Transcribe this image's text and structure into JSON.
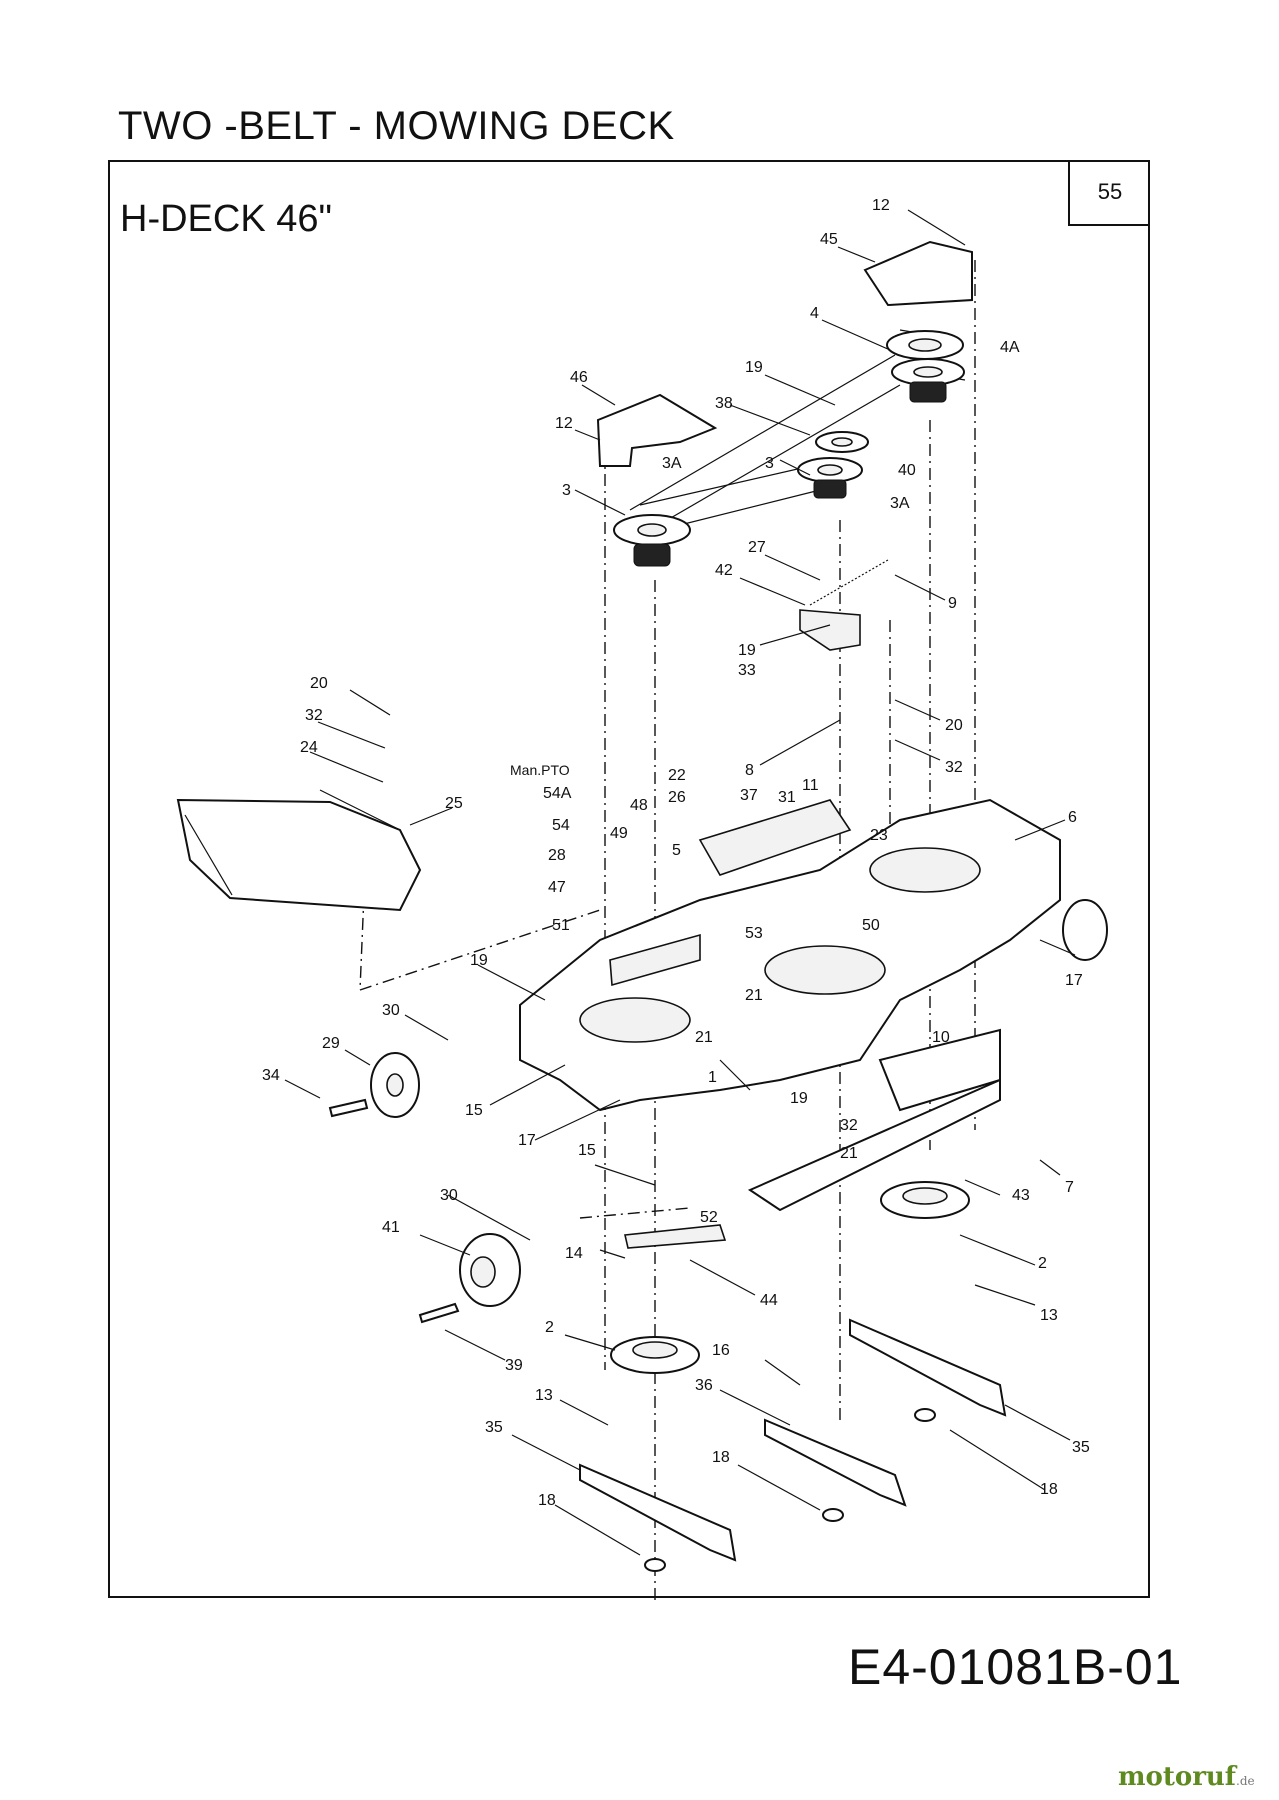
{
  "header": {
    "title": "TWO -BELT - MOWING DECK",
    "deck": "H-DECK  46\"",
    "page_number": "55"
  },
  "footer": {
    "code": "E4-01081B-01",
    "watermark": "motoruf",
    "watermark_tld": ".de"
  },
  "callouts": {
    "c12a": "12",
    "c45": "45",
    "c4": "4",
    "c4A": "4A",
    "c46": "46",
    "c19a": "19",
    "c38": "38",
    "c12b": "12",
    "c3Aa": "3A",
    "c3a": "3",
    "c3b": "3",
    "c40": "40",
    "c3Ab": "3A",
    "c27": "27",
    "c42": "42",
    "c9": "9",
    "c19b": "19",
    "c33": "33",
    "c20a": "20",
    "c32a": "32",
    "c24": "24",
    "c25": "25",
    "c20b": "20",
    "c32b": "32",
    "cManPTO": "Man.PTO",
    "c54A": "54A",
    "c8": "8",
    "c22": "22",
    "c26": "26",
    "c37": "37",
    "c31": "31",
    "c11": "11",
    "c48": "48",
    "c49": "49",
    "c5": "5",
    "c54": "54",
    "c23": "23",
    "c6": "6",
    "c28": "28",
    "c47": "47",
    "c53": "53",
    "c50": "50",
    "c51": "51",
    "c21a": "21",
    "c19c": "19",
    "c30a": "30",
    "c29": "29",
    "c34": "34",
    "c15a": "15",
    "c21b": "21",
    "c1": "1",
    "c10": "10",
    "c17a": "17",
    "c17b": "17",
    "c19d": "19",
    "c32c": "32",
    "c21c": "21",
    "c15b": "15",
    "c52": "52",
    "c43": "43",
    "c7": "7",
    "c30b": "30",
    "c41": "41",
    "c14": "14",
    "c44": "44",
    "c2a": "2",
    "c13a": "13",
    "c2b": "2",
    "c39": "39",
    "c16": "16",
    "c13b": "13",
    "c35a": "35",
    "c36": "36",
    "c35b": "35",
    "c18a": "18",
    "c18b": "18",
    "c18c": "18"
  }
}
